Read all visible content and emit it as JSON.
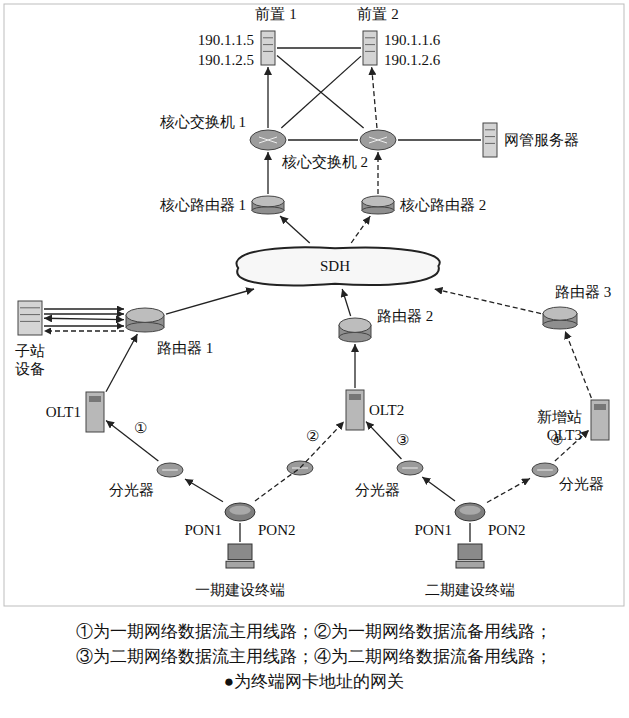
{
  "diagram": {
    "nodes": [
      {
        "text": [
          "前置 1",
          "190.1.1.5",
          "190.1.2.5"
        ]
      },
      {
        "text": [
          "前置 2",
          "190.1.1.6",
          "190.1.2.6"
        ]
      },
      {
        "text": [
          "核心交换机 1"
        ]
      },
      {
        "text": [
          "核心交换机 2"
        ]
      },
      {
        "text": [
          "网管服务器"
        ]
      },
      {
        "text": [
          "核心路由器 1"
        ]
      },
      {
        "text": [
          "核心路由器 2"
        ]
      },
      {
        "text": [
          "SDH"
        ]
      },
      {
        "text": [
          "子站 设备"
        ]
      },
      {
        "text": [
          "路由器 1"
        ]
      },
      {
        "text": [
          "OLT1"
        ]
      },
      {
        "text": [
          "路由器 2"
        ]
      },
      {
        "text": [
          "OLT2"
        ]
      },
      {
        "text": [
          "路由器 3"
        ]
      },
      {
        "text": [
          "新增站 OLT3"
        ]
      },
      {
        "text": [
          "分光器"
        ]
      },
      {
        "text": [
          "分光器"
        ]
      },
      {
        "text": [
          "分光器"
        ]
      },
      {
        "text": [
          "PON1",
          "PON2"
        ]
      },
      {
        "text": [
          "一期建设终端"
        ]
      },
      {
        "text": [
          "PON1",
          "PON2"
        ]
      },
      {
        "text": [
          "二期建设终端"
        ]
      }
    ],
    "edges": [
      {
        "from": 10,
        "to": 9,
        "arrow": "to"
      },
      {
        "from": 9,
        "to": 7,
        "arrow": "to"
      },
      {
        "from": 9,
        "to": 8,
        "arrow": "both"
      },
      {
        "from": 7,
        "to": 5,
        "arrow": "to"
      },
      {
        "from": 7,
        "to": 6,
        "arrow": "to"
      },
      {
        "from": 5,
        "to": 2,
        "arrow": "to"
      },
      {
        "from": 6,
        "to": 3,
        "arrow": "to"
      },
      {
        "from": 2,
        "to": 0,
        "arrow": "to"
      },
      {
        "from": 2,
        "to": 1,
        "arrow": "none"
      },
      {
        "from": 3,
        "to": 0,
        "arrow": "none"
      },
      {
        "from": 3,
        "to": 1,
        "arrow": "to"
      },
      {
        "from": 0,
        "to": 1,
        "arrow": "none"
      },
      {
        "from": 2,
        "to": 3,
        "arrow": "none"
      },
      {
        "from": 3,
        "to": 4,
        "arrow": "none"
      },
      {
        "from": 11,
        "to": 7,
        "arrow": "to"
      },
      {
        "from": 12,
        "to": 11,
        "arrow": "to"
      },
      {
        "from": 13,
        "to": 7,
        "arrow": "to"
      },
      {
        "from": 14,
        "to": 13,
        "arrow": "to"
      },
      {
        "from": 18,
        "to": 15,
        "arrow": "to"
      },
      {
        "from": 15,
        "to": 10,
        "arrow": "to"
      },
      {
        "from": 18,
        "to": 12,
        "arrow": "to"
      },
      {
        "from": 20,
        "to": 16,
        "arrow": "to"
      },
      {
        "from": 16,
        "to": 12,
        "arrow": "to"
      },
      {
        "from": 20,
        "to": 17,
        "arrow": "to"
      },
      {
        "from": 17,
        "to": 14,
        "arrow": "to"
      },
      {
        "from": 19,
        "to": 18,
        "arrow": "none"
      },
      {
        "from": 21,
        "to": 20,
        "arrow": "none"
      }
    ],
    "labels": [
      "①",
      "②",
      "③",
      "④",
      "①为一期网络数据流主用线路；②为一期网络数据流备用线路；",
      "③为二期网络数据流主用线路；④为二期网络数据流备用线路；",
      "●为终端网卡地址的网关"
    ]
  }
}
